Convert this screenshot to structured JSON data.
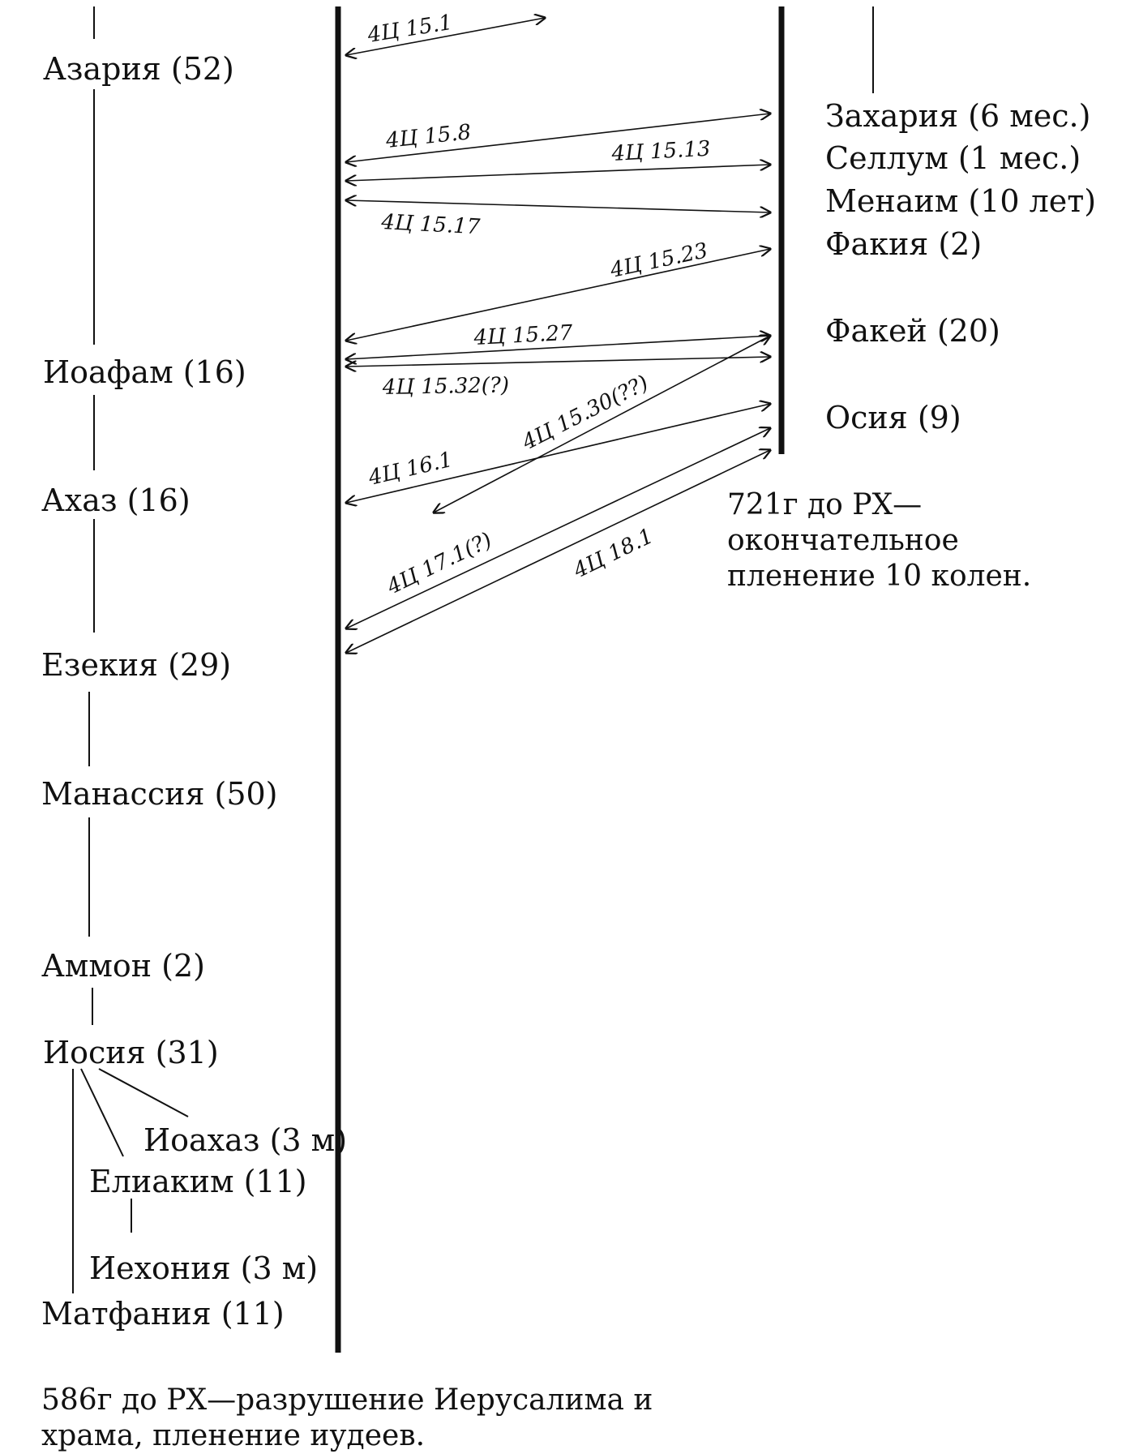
{
  "judah_kings": [
    {
      "id": "azariah",
      "label": "Азария (52)"
    },
    {
      "id": "jotham",
      "label": "Иоафам (16)"
    },
    {
      "id": "ahaz",
      "label": "Ахаз (16)"
    },
    {
      "id": "hezekiah",
      "label": "Езекия (29)"
    },
    {
      "id": "manasseh",
      "label": "Манассия (50)"
    },
    {
      "id": "amon",
      "label": "Аммон (2)"
    },
    {
      "id": "josiah",
      "label": "Иосия (31)"
    },
    {
      "id": "jehoahaz",
      "label": "Иоахаз (3 м)"
    },
    {
      "id": "eliakim",
      "label": "Елиаким (11)"
    },
    {
      "id": "jehoiachin",
      "label": "Иехония (3 м)"
    },
    {
      "id": "mattaniah",
      "label": "Матфания (11)"
    }
  ],
  "israel_kings": [
    {
      "id": "zechariah",
      "label": "Захария (6 мес.)"
    },
    {
      "id": "shallum",
      "label": "Селлум (1 мес.)"
    },
    {
      "id": "menahem",
      "label": "Менаим (10 лет)"
    },
    {
      "id": "pekahiah",
      "label": "Факия (2)"
    },
    {
      "id": "pekah",
      "label": "Факей (20)"
    },
    {
      "id": "hoshea",
      "label": "Осия (9)"
    }
  ],
  "references": [
    {
      "id": "r15_1",
      "label": "4Ц 15.1"
    },
    {
      "id": "r15_8",
      "label": "4Ц 15.8"
    },
    {
      "id": "r15_13",
      "label": "4Ц 15.13"
    },
    {
      "id": "r15_17",
      "label": "4Ц 15.17"
    },
    {
      "id": "r15_23",
      "label": "4Ц 15.23"
    },
    {
      "id": "r15_27",
      "label": "4Ц 15.27"
    },
    {
      "id": "r15_32",
      "label": "4Ц 15.32(?)"
    },
    {
      "id": "r15_30",
      "label": "4Ц 15.30(??)"
    },
    {
      "id": "r16_1",
      "label": "4Ц 16.1"
    },
    {
      "id": "r17_1",
      "label": "4Ц 17.1(?)"
    },
    {
      "id": "r18_1",
      "label": "4Ц 18.1"
    }
  ],
  "notes": {
    "israel_fall": "721г до РХ—окончательное\nпленение 10 колен.",
    "judah_fall": "586г до РХ—разрушение Иерусалима и\nхрама, пленение иудеев."
  }
}
